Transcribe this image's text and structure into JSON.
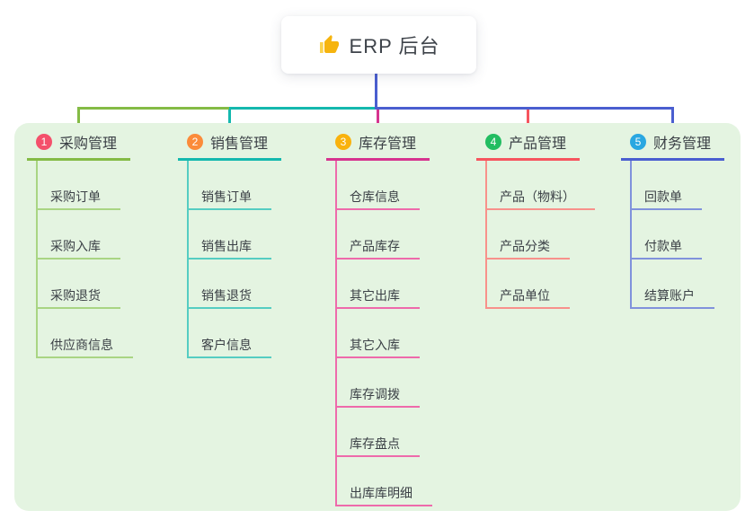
{
  "root": {
    "label": "ERP 后台",
    "icon": "thumbs-up-icon"
  },
  "panel": {
    "background": "#e4f4e1"
  },
  "connector": {
    "stem_color": "#4a5ed0"
  },
  "branches": [
    {
      "index": "1",
      "label": "采购管理",
      "badge_color": "#f4506b",
      "line_color": "#84bb45",
      "child_line_color": "#a9d583",
      "children": [
        "采购订单",
        "采购入库",
        "采购退货",
        "供应商信息"
      ]
    },
    {
      "index": "2",
      "label": "销售管理",
      "badge_color": "#fb8b3a",
      "line_color": "#14b8ae",
      "child_line_color": "#55cdc2",
      "children": [
        "销售订单",
        "销售出库",
        "销售退货",
        "客户信息"
      ]
    },
    {
      "index": "3",
      "label": "库存管理",
      "badge_color": "#f9b20d",
      "line_color": "#d6348f",
      "child_line_color": "#ee6aab",
      "children": [
        "仓库信息",
        "产品库存",
        "其它出库",
        "其它入库",
        "库存调拨",
        "库存盘点",
        "出库库明细"
      ]
    },
    {
      "index": "4",
      "label": "产品管理",
      "badge_color": "#22bd61",
      "line_color": "#f6545e",
      "child_line_color": "#f8918b",
      "children": [
        "产品（物料）",
        "产品分类",
        "产品单位"
      ]
    },
    {
      "index": "5",
      "label": "财务管理",
      "badge_color": "#29a7e1",
      "line_color": "#4a5ed0",
      "child_line_color": "#8092dc",
      "children": [
        "回款单",
        "付款单",
        "结算账户"
      ]
    }
  ]
}
